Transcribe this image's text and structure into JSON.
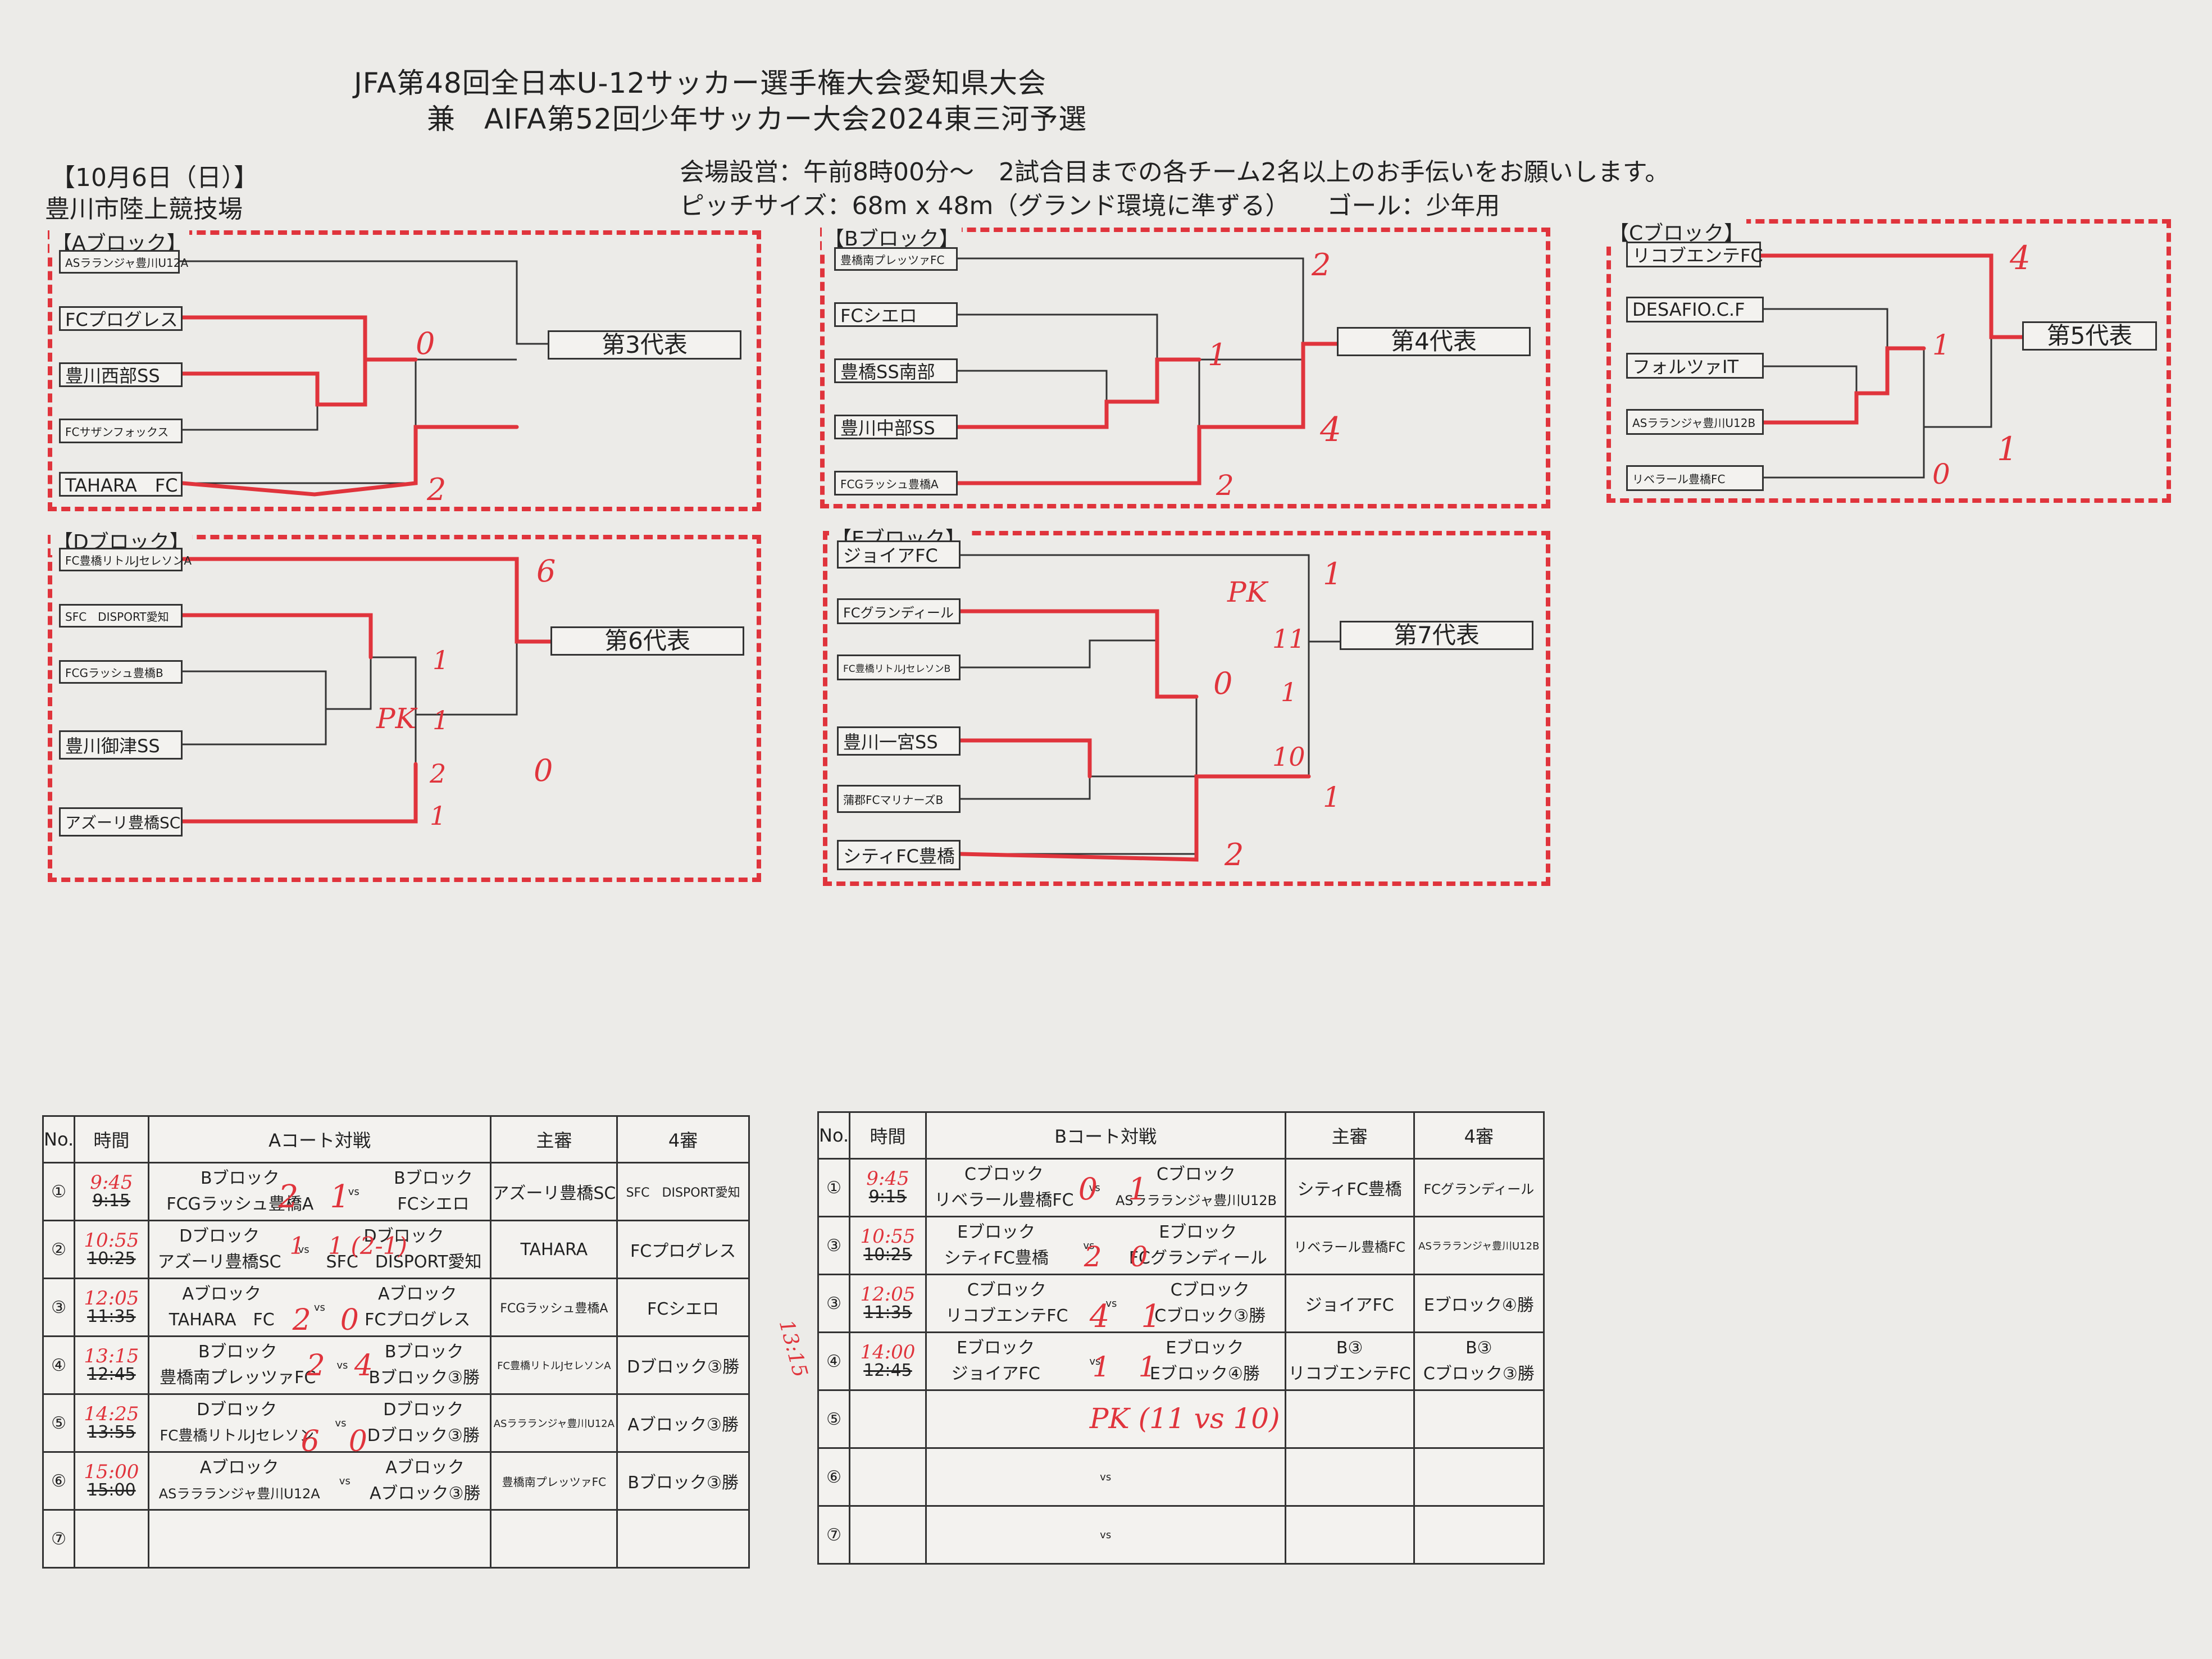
{
  "header": {
    "title_line1": "JFA第48回全日本U-12サッカー選手権大会愛知県大会",
    "title_line2": "兼　AIFA第52回少年サッカー大会2024東三河予選",
    "date": "【10月6日（日）】",
    "venue": "豊川市陸上競技場",
    "note1": "会場設営：午前8時00分～　2試合目までの各チーム2名以上のお手伝いをお願いします。",
    "note2": "ピッチサイズ：68m x 48m（グランド環境に準ずる）　　ゴール：少年用"
  },
  "blocks": {
    "A": {
      "label": "【Aブロック】",
      "teams": [
        "ASラランジャ豊川U12A",
        "FCプログレス",
        "豊川西部SS",
        "FCサザンフォックス",
        "TAHARA　FC"
      ],
      "rep": "第3代表",
      "scores": [
        "0",
        "2"
      ]
    },
    "B": {
      "label": "【Bブロック】",
      "teams": [
        "豊橋南プレッツァFC",
        "FCシエロ",
        "豊橋SS南部",
        "豊川中部SS",
        "FCGラッシュ豊橋A"
      ],
      "rep": "第4代表",
      "scores": [
        "2",
        "1",
        "4",
        "2"
      ]
    },
    "C": {
      "label": "【Cブロック】",
      "teams": [
        "リコブエンテFC",
        "DESAFIO.C.F",
        "フォルツァIT",
        "ASラランジャ豊川U12B",
        "リベラール豊橋FC"
      ],
      "rep": "第5代表",
      "scores": [
        "4",
        "1",
        "0",
        "1"
      ]
    },
    "D": {
      "label": "【Dブロック】",
      "teams": [
        "FC豊橋リトルJセレソンA",
        "SFC　DISPORT愛知",
        "FCGラッシュ豊橋B",
        "豊川御津SS",
        "アズーリ豊橋SC"
      ],
      "rep": "第6代表",
      "scores": [
        "6",
        "1",
        "PK",
        "1",
        "2",
        "1",
        "0"
      ]
    },
    "E": {
      "label": "【Eブロック】",
      "teams": [
        "ジョイアFC",
        "FCグランディール",
        "FC豊橋リトルJセレソンB",
        "豊川一宮SS",
        "蒲郡FCマリナーズB",
        "シティFC豊橋"
      ],
      "rep": "第7代表",
      "scores": [
        "1",
        "PK",
        "11",
        "0",
        "1",
        "10",
        "1",
        "2"
      ]
    }
  },
  "courtA": {
    "headers": [
      "No.",
      "時間",
      "Aコート対戦",
      "主審",
      "4審"
    ],
    "rows": [
      {
        "no": "①",
        "time_new": "9:45",
        "time_old": "9:15",
        "home_block": "Bブロック",
        "home_team": "FCGラッシュ豊橋A",
        "away_block": "Bブロック",
        "away_team": "FCシエロ",
        "vs": "vs",
        "score": "2　1",
        "ref": "アズーリ豊橋SC",
        "fourth": "SFC　DISPORT愛知"
      },
      {
        "no": "②",
        "time_new": "10:55",
        "time_old": "10:25",
        "home_block": "Dブロック",
        "home_team": "アズーリ豊橋SC",
        "away_block": "Dブロック",
        "away_team": "SFC　DISPORT愛知",
        "vs": "vs",
        "score": "1　1 (2-1)",
        "ref": "TAHARA",
        "fourth": "FCプログレス"
      },
      {
        "no": "③",
        "time_new": "12:05",
        "time_old": "11:35",
        "home_block": "Aブロック",
        "home_team": "TAHARA　FC",
        "away_block": "Aブロック",
        "away_team": "FCプログレス",
        "vs": "vs",
        "score": "2　0",
        "ref": "FCGラッシュ豊橋A",
        "fourth": "FCシエロ"
      },
      {
        "no": "④",
        "time_new": "13:15",
        "time_old": "12:45",
        "home_block": "Bブロック",
        "home_team": "豊橋南プレッツァFC",
        "away_block": "Bブロック",
        "away_team": "Bブロック③勝",
        "vs": "vs",
        "score": "2　4",
        "ref": "FC豊橋リトルJセレソンA",
        "fourth": "Dブロック③勝"
      },
      {
        "no": "⑤",
        "time_new": "14:25",
        "time_old": "13:55",
        "home_block": "Dブロック",
        "home_team": "FC豊橋リトルJセレソン",
        "away_block": "Dブロック",
        "away_team": "Dブロック③勝",
        "vs": "vs",
        "score": "6　0",
        "ref": "ASララランジャ豊川U12A",
        "fourth": "Aブロック③勝"
      },
      {
        "no": "⑥",
        "time_new": "15:00",
        "time_old": "15:00",
        "home_block": "Aブロック",
        "home_team": "ASララランジャ豊川U12A",
        "away_block": "Aブロック",
        "away_team": "Aブロック③勝",
        "vs": "vs",
        "score": "",
        "ref": "豊橋南プレッツァFC",
        "fourth": "Bブロック③勝"
      },
      {
        "no": "⑦",
        "time_new": "",
        "time_old": "",
        "home_block": "",
        "home_team": "",
        "away_block": "",
        "away_team": "",
        "vs": "",
        "score": "",
        "ref": "",
        "fourth": ""
      }
    ]
  },
  "courtB": {
    "headers": [
      "No.",
      "時間",
      "Bコート対戦",
      "主審",
      "4審"
    ],
    "rows": [
      {
        "no": "①",
        "time_new": "9:45",
        "time_old": "9:15",
        "home_block": "Cブロック",
        "home_team": "リベラール豊橋FC",
        "away_block": "Cブロック",
        "away_team": "ASララランジャ豊川U12B",
        "vs": "vs",
        "score": "0　1",
        "ref": "シティFC豊橋",
        "fourth": "FCグランディール"
      },
      {
        "no": "③",
        "time_new": "10:55",
        "time_old": "10:25",
        "home_block": "Eブロック",
        "home_team": "シティFC豊橋",
        "away_block": "Eブロック",
        "away_team": "FCグランディール",
        "vs": "vs",
        "score": "2　0",
        "ref": "リベラール豊橋FC",
        "fourth": "ASララランジャ豊川U12B"
      },
      {
        "no": "③",
        "time_new": "12:05",
        "time_old": "11:35",
        "home_block": "Cブロック",
        "home_team": "リコブエンテFC",
        "away_block": "Cブロック",
        "away_team": "Cブロック③勝",
        "vs": "vs",
        "score": "4　1",
        "ref": "ジョイアFC",
        "fourth": "Eブロック④勝"
      },
      {
        "no": "④",
        "time_new": "14:00",
        "time_old": "12:45",
        "home_block": "Eブロック",
        "home_team": "ジョイアFC",
        "away_block": "Eブロック",
        "away_team": "Eブロック④勝",
        "vs": "vs",
        "score": "1　1",
        "ref": "B③",
        "fourth": "B③",
        "ref2": "リコブエンテFC",
        "fourth2": "Cブロック③勝"
      },
      {
        "no": "⑤",
        "time_new": "",
        "time_old": "",
        "home_block": "",
        "home_team": "",
        "away_block": "",
        "away_team": "",
        "vs": "",
        "score": "PK (11 vs 10)",
        "ref": "",
        "fourth": ""
      },
      {
        "no": "⑥",
        "time_new": "",
        "time_old": "",
        "home_block": "",
        "home_team": "",
        "away_block": "",
        "away_team": "",
        "vs": "vs",
        "score": "",
        "ref": "",
        "fourth": ""
      },
      {
        "no": "⑦",
        "time_new": "",
        "time_old": "",
        "home_block": "",
        "home_team": "",
        "away_block": "",
        "away_team": "",
        "vs": "vs",
        "score": "",
        "ref": "",
        "fourth": ""
      }
    ]
  },
  "margin_note": "13:15",
  "colors": {
    "accent": "#e0343c",
    "paper": "#ecebe8",
    "ink": "#222222"
  }
}
